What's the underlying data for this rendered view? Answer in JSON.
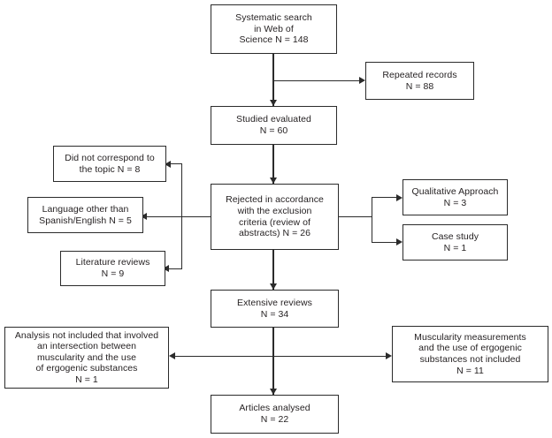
{
  "figure": {
    "type": "flowchart",
    "subtype": "prisma-study-selection-flow-diagram",
    "orientation": "top-to-bottom",
    "background_color": "#ffffff",
    "line_color": "#2b2b2b",
    "text_color": "#231f20"
  },
  "nodes": {
    "systematic_search": {
      "id": "systematic-search",
      "text": "Systematic search\nin Web of\nScience N = 148",
      "label": "Systematic search in Web of Science",
      "count": 148,
      "column": "center",
      "level": 1
    },
    "repeated_records": {
      "id": "repeated-records",
      "text": "Repeated records\nN = 88",
      "label": "Repeated records",
      "count": 88,
      "column": "right",
      "level": 1
    },
    "studied_evaluated": {
      "id": "studied-evaluated",
      "text": "Studied evaluated\nN = 60",
      "label": "Studied evaluated",
      "count": 60,
      "column": "center",
      "level": 2
    },
    "did_not_correspond": {
      "id": "did-not-correspond",
      "text": "Did not correspond to\nthe topic N = 8",
      "label": "Did not correspond to the topic",
      "count": 8,
      "column": "left",
      "level": 3
    },
    "rejected": {
      "id": "rejected-in-accordance",
      "text": "Rejected in accordance\nwith the exclusion\ncriteria (review of\nabstracts) N = 26",
      "label": "Rejected in accordance with the exclusion criteria (review of abstracts)",
      "count": 26,
      "column": "center",
      "level": 3
    },
    "qualitative_approach": {
      "id": "qualitative-approach",
      "text": "Qualitative Approach\nN = 3",
      "label": "Qualitative Approach",
      "count": 3,
      "column": "right",
      "level": 3
    },
    "language_other": {
      "id": "language-other-than",
      "text": "Language other than\nSpanish/English N = 5",
      "label": "Language other than Spanish/English",
      "count": 5,
      "column": "left",
      "level": 3
    },
    "case_study": {
      "id": "case-study",
      "text": "Case study\nN = 1",
      "label": "Case study",
      "count": 1,
      "column": "right",
      "level": 3
    },
    "literature_reviews": {
      "id": "literature-reviews",
      "text": "Literature reviews\nN = 9",
      "label": "Literature reviews",
      "count": 9,
      "column": "left",
      "level": 3
    },
    "extensive_reviews": {
      "id": "extensive-reviews",
      "text": "Extensive reviews\nN = 34",
      "label": "Extensive reviews",
      "count": 34,
      "column": "center",
      "level": 4
    },
    "analysis_not_included": {
      "id": "analysis-not-included",
      "text": "Analysis not included that involved\nan intersection between\nmuscularity and the use\nof ergogenic substances\nN = 1",
      "label": "Analysis not included that involved an intersection between muscularity and the use of ergogenic substances",
      "count": 1,
      "column": "left",
      "level": 5
    },
    "muscularity_measurements": {
      "id": "muscularity-measurements",
      "text": "Muscularity measurements\nand the use of ergogenic\nsubstances not included\nN = 11",
      "label": "Muscularity measurements and the use of ergogenic substances not included",
      "count": 11,
      "column": "right",
      "level": 5
    },
    "articles_analysed": {
      "id": "articles-analysed",
      "text": "Articles analysed\nN = 22",
      "label": "Articles analysed",
      "count": 22,
      "column": "center",
      "level": 6
    }
  },
  "edges": [
    {
      "from": "systematic_search",
      "to": "repeated_records",
      "style": "orthogonal",
      "arrow": "right"
    },
    {
      "from": "systematic_search",
      "to": "studied_evaluated",
      "style": "straight",
      "arrow": "down"
    },
    {
      "from": "studied_evaluated",
      "to": "rejected",
      "style": "straight",
      "arrow": "down"
    },
    {
      "from": "rejected",
      "to": "did_not_correspond",
      "style": "orthogonal",
      "arrow": "left"
    },
    {
      "from": "rejected",
      "to": "language_other",
      "style": "orthogonal",
      "arrow": "left"
    },
    {
      "from": "rejected",
      "to": "literature_reviews",
      "style": "orthogonal",
      "arrow": "left"
    },
    {
      "from": "rejected",
      "to": "qualitative_approach",
      "style": "orthogonal",
      "arrow": "right"
    },
    {
      "from": "rejected",
      "to": "case_study",
      "style": "orthogonal",
      "arrow": "right"
    },
    {
      "from": "rejected",
      "to": "extensive_reviews",
      "style": "straight",
      "arrow": "down"
    },
    {
      "from": "extensive_reviews",
      "to": "analysis_not_included",
      "style": "straight",
      "arrow": "left"
    },
    {
      "from": "extensive_reviews",
      "to": "muscularity_measurements",
      "style": "straight",
      "arrow": "right"
    },
    {
      "from": "extensive_reviews",
      "to": "articles_analysed",
      "style": "straight",
      "arrow": "down"
    }
  ]
}
